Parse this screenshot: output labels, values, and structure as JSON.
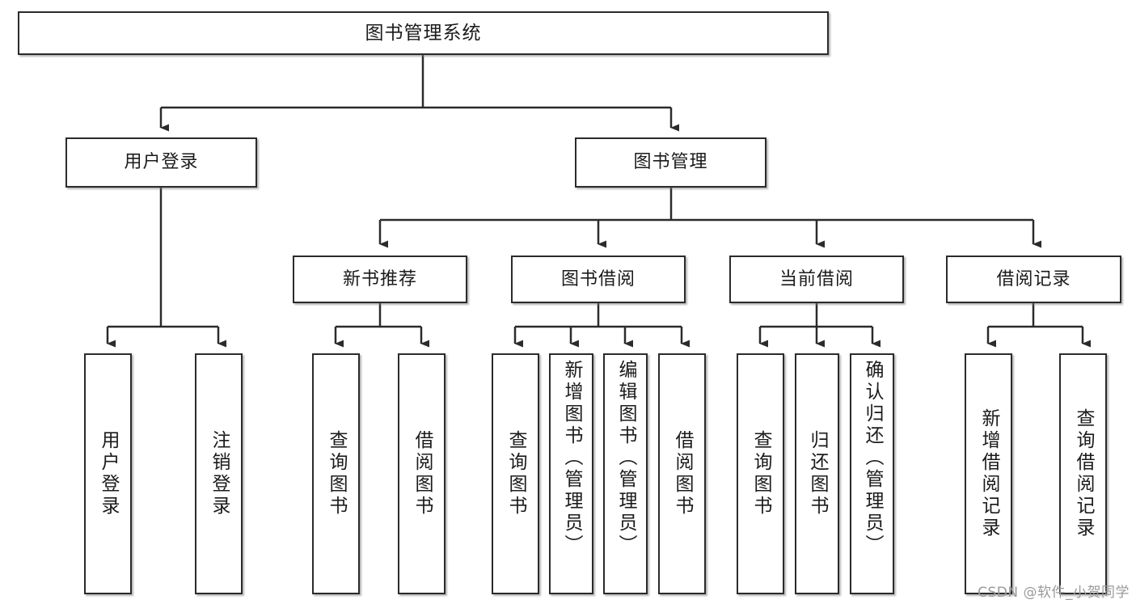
{
  "diagram": {
    "title": "图书管理系统",
    "type": "tree",
    "root": {
      "label": "图书管理系统"
    },
    "level2": [
      {
        "label": "用户登录"
      },
      {
        "label": "图书管理"
      }
    ],
    "level3": [
      {
        "label": "新书推荐"
      },
      {
        "label": "图书借阅"
      },
      {
        "label": "当前借阅"
      },
      {
        "label": "借阅记录"
      }
    ],
    "leaves": {
      "user_login": [
        {
          "label": "用户登录"
        },
        {
          "label": "注销登录"
        }
      ],
      "new_book_recommend": [
        {
          "label": "查询图书"
        },
        {
          "label": "借阅图书"
        }
      ],
      "book_borrow": [
        {
          "label": "查询图书"
        },
        {
          "label": "新增图书（管理员）"
        },
        {
          "label": "编辑图书（管理员）"
        },
        {
          "label": "借阅图书"
        }
      ],
      "current_borrow": [
        {
          "label": "查询图书"
        },
        {
          "label": "归还图书"
        },
        {
          "label": "确认归还（管理员）"
        }
      ],
      "borrow_record": [
        {
          "label": "新增借阅记录"
        },
        {
          "label": "查询借阅记录"
        }
      ]
    }
  },
  "watermark": {
    "text": "CSDN @软件_小贺同学"
  },
  "colors": {
    "box_border": "#2b2b2b",
    "box_fill": "#ffffff",
    "line": "#2b2b2b",
    "text": "#1b1b1b",
    "watermark": "#9a9a9a",
    "background": "#ffffff"
  }
}
